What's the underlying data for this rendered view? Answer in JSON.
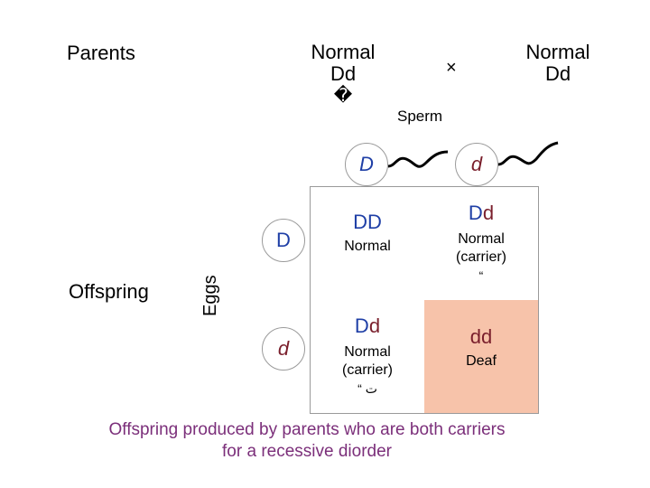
{
  "parents_label": "Parents",
  "offspring_label": "Offspring",
  "parent_female": {
    "phenotype": "Normal",
    "genotype": "Dd",
    "symbol": "�"
  },
  "cross_symbol": "×",
  "parent_male": {
    "phenotype": "Normal",
    "genotype": "Dd"
  },
  "sperm_label": "Sperm",
  "eggs_label": "Eggs",
  "sperm_alleles": [
    "D",
    "d"
  ],
  "egg_alleles": [
    "D",
    "d"
  ],
  "punnett": {
    "cell_00": {
      "geno_1": "D",
      "geno_2": "D",
      "phenotype_1": "Normal"
    },
    "cell_01": {
      "geno_1": "D",
      "geno_2": "d",
      "phenotype_1": "Normal",
      "phenotype_2": "(carrier)",
      "mark": "“"
    },
    "cell_10": {
      "geno_1": "D",
      "geno_2": "d",
      "phenotype_1": "Normal",
      "phenotype_2": "(carrier)",
      "mark": "“ ت"
    },
    "cell_11": {
      "geno_1": "d",
      "geno_2": "d",
      "phenotype_1": "Deaf"
    }
  },
  "caption_line1": "Offspring produced by parents who are both carriers",
  "caption_line2": "for a recessive diorder",
  "colors": {
    "blue": "#1f3fa6",
    "maroon": "#7a1f2c",
    "deaf_fill": "#f7c3aa",
    "caption": "#7b2f7a"
  }
}
